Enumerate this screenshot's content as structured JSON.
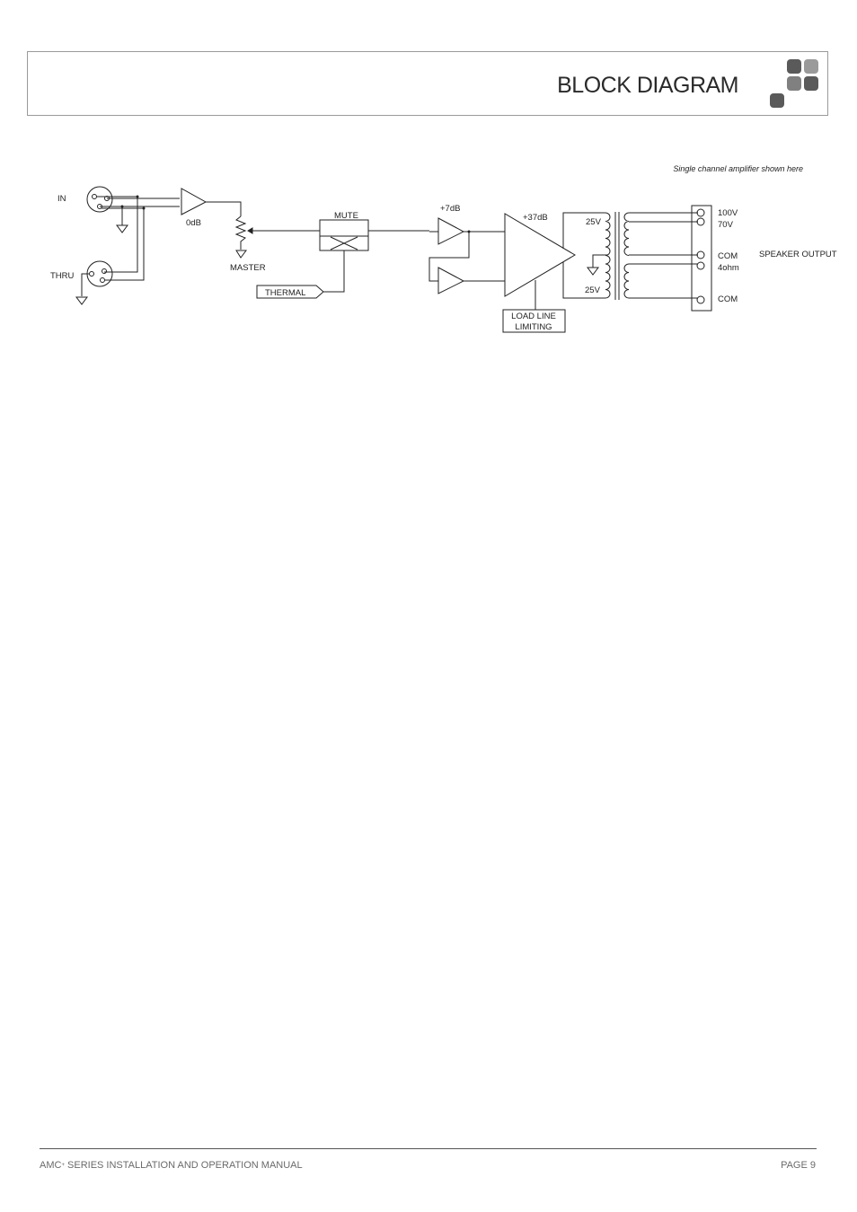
{
  "header": {
    "title": "BLOCK DIAGRAM",
    "logo_colors": [
      "#5a5a5a",
      "#9a9a9a",
      "#808080",
      "#5a5a5a",
      "#5a5a5a"
    ]
  },
  "diagram": {
    "note": "Single channel amplifier shown here",
    "labels": {
      "in": "IN",
      "thru": "THRU",
      "gain_0db": "0dB",
      "master": "MASTER",
      "mute": "MUTE",
      "thermal": "THERMAL",
      "gain_7db": "+7dB",
      "gain_37db": "+37dB",
      "load_line_1": "LOAD LINE",
      "load_line_2": "LIMITING",
      "tap_25v_top": "25V",
      "tap_25v_bottom": "25V",
      "out_100v": "100V",
      "out_70v": "70V",
      "out_com_1": "COM",
      "out_4ohm": "4ohm",
      "out_com_2": "COM",
      "speaker_output": "SPEAKER OUTPUT"
    }
  },
  "footer": {
    "manual_prefix": "AMC",
    "manual_sup": "+",
    "manual_suffix": " SERIES INSTALLATION AND OPERATION MANUAL",
    "page": "PAGE 9"
  }
}
